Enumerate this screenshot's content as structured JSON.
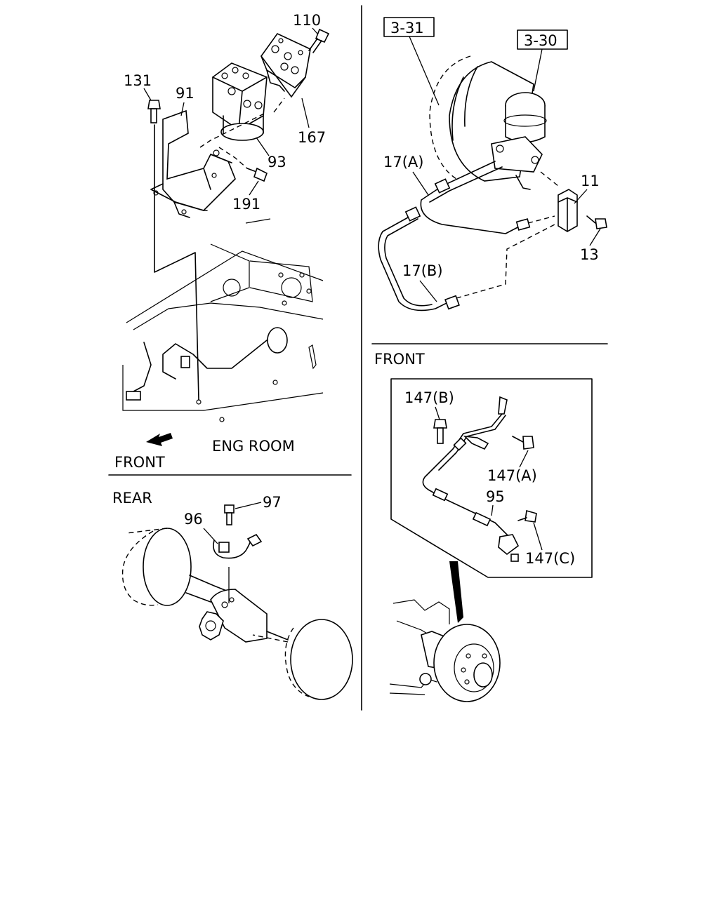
{
  "labels": {
    "l110": "110",
    "l131": "131",
    "l91": "91",
    "l93": "93",
    "l167": "167",
    "l191": "191",
    "eng_room": "ENG ROOM",
    "front_left": "FRONT",
    "rear": "REAR",
    "l96": "96",
    "l97": "97",
    "ref331": "3-31",
    "ref330": "3-30",
    "l17a": "17(A)",
    "l11": "11",
    "l13": "13",
    "l17b": "17(B)",
    "front_right": "FRONT",
    "l147b": "147(B)",
    "l147a": "147(A)",
    "l95": "95",
    "l147c": "147(C)"
  },
  "icons": {
    "front_direction": "front-arrow-icon"
  }
}
